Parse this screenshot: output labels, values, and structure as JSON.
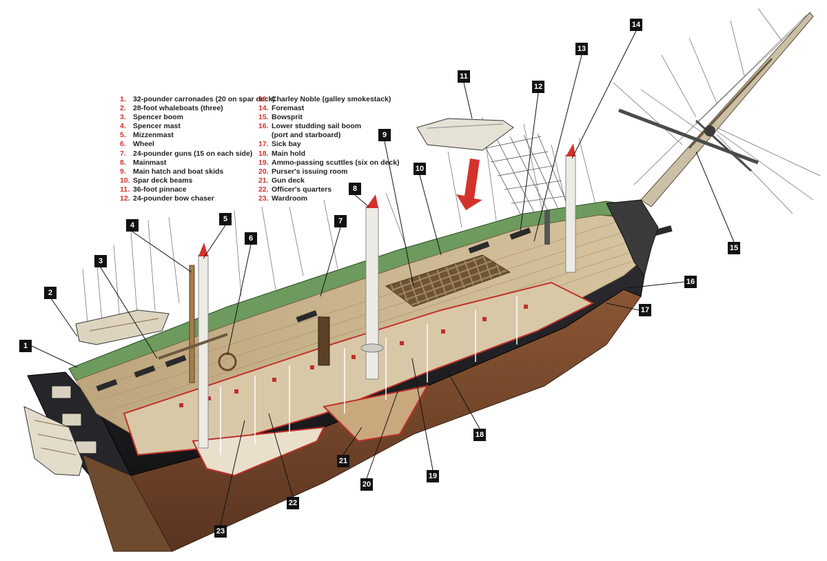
{
  "legend": [
    {
      "num": "1.",
      "text": "32-pounder carronades (20 on spar deck)"
    },
    {
      "num": "2.",
      "text": "28-foot whaleboats (three)"
    },
    {
      "num": "3.",
      "text": "Spencer boom"
    },
    {
      "num": "4.",
      "text": "Spencer mast"
    },
    {
      "num": "5.",
      "text": "Mizzenmast"
    },
    {
      "num": "6.",
      "text": "Wheel"
    },
    {
      "num": "7.",
      "text": "24-pounder guns (15 on each side)"
    },
    {
      "num": "8.",
      "text": "Mainmast"
    },
    {
      "num": "9.",
      "text": "Main hatch and boat skids"
    },
    {
      "num": "10.",
      "text": "Spar deck beams"
    },
    {
      "num": "11.",
      "text": "36-foot pinnace"
    },
    {
      "num": "12.",
      "text": "24-pounder bow chaser"
    },
    {
      "num": "13.",
      "text": "Charley Noble (galley smokestack)"
    },
    {
      "num": "14.",
      "text": "Foremast"
    },
    {
      "num": "15.",
      "text": "Bowsprit"
    },
    {
      "num": "16.",
      "text": "Lower studding sail boom"
    },
    {
      "num": "",
      "text": "(port and starboard)"
    },
    {
      "num": "17.",
      "text": "Sick bay"
    },
    {
      "num": "18.",
      "text": "Main hold"
    },
    {
      "num": "19.",
      "text": "Ammo-passing scuttles (six on deck)"
    },
    {
      "num": "20.",
      "text": "Purser's issuing room"
    },
    {
      "num": "21.",
      "text": "Gun deck"
    },
    {
      "num": "22.",
      "text": "Officer's quarters"
    },
    {
      "num": "23.",
      "text": "Wardroom"
    }
  ],
  "callouts": {
    "c1": "1",
    "c2": "2",
    "c3": "3",
    "c4": "4",
    "c5": "5",
    "c6": "6",
    "c7": "7",
    "c8": "8",
    "c9": "9",
    "c10": "10",
    "c11": "11",
    "c12": "12",
    "c13": "13",
    "c14": "14",
    "c15": "15",
    "c16": "16",
    "c17": "17",
    "c18": "18",
    "c19": "19",
    "c20": "20",
    "c21": "21",
    "c22": "22",
    "c23": "23"
  },
  "colors": {
    "hull_black": "#1c1c1f",
    "hull_copper": "#7a4a2e",
    "deck_wood": "#c9b38e",
    "bulwark_green": "#5f8a52",
    "section_red": "#d4322c",
    "mast_white": "#ecebe6"
  }
}
